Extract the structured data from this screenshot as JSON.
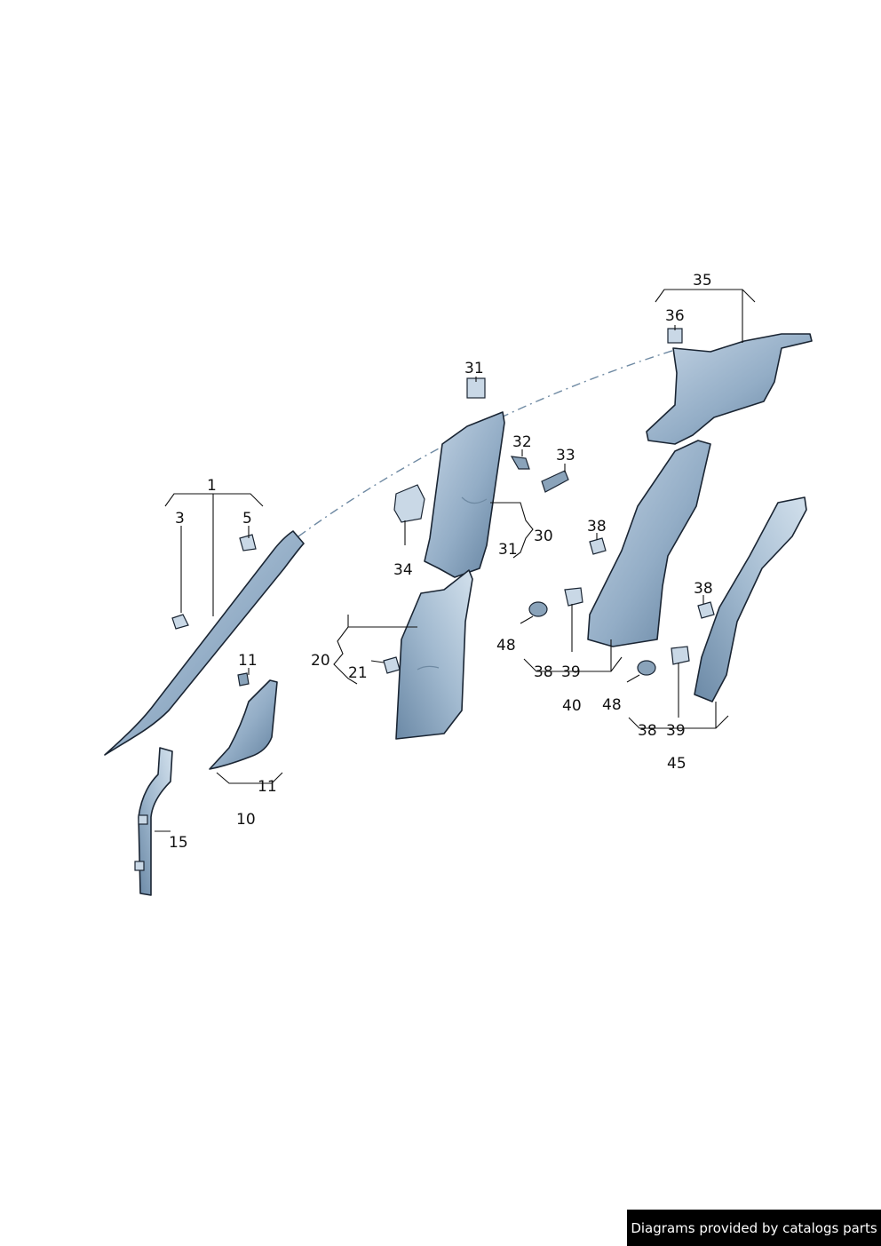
{
  "diagram": {
    "callouts": [
      "1",
      "3",
      "5",
      "11",
      "10",
      "15",
      "31",
      "32",
      "33",
      "34",
      "30",
      "20",
      "21",
      "35",
      "36",
      "38",
      "48",
      "39",
      "40",
      "45"
    ]
  },
  "credit": {
    "text": "Diagrams provided by catalogs parts"
  },
  "colors": {
    "part_fill": "#a9c0d6",
    "part_shade": "#6d8aa6",
    "outline": "#1a2533",
    "leader": "#111111"
  }
}
